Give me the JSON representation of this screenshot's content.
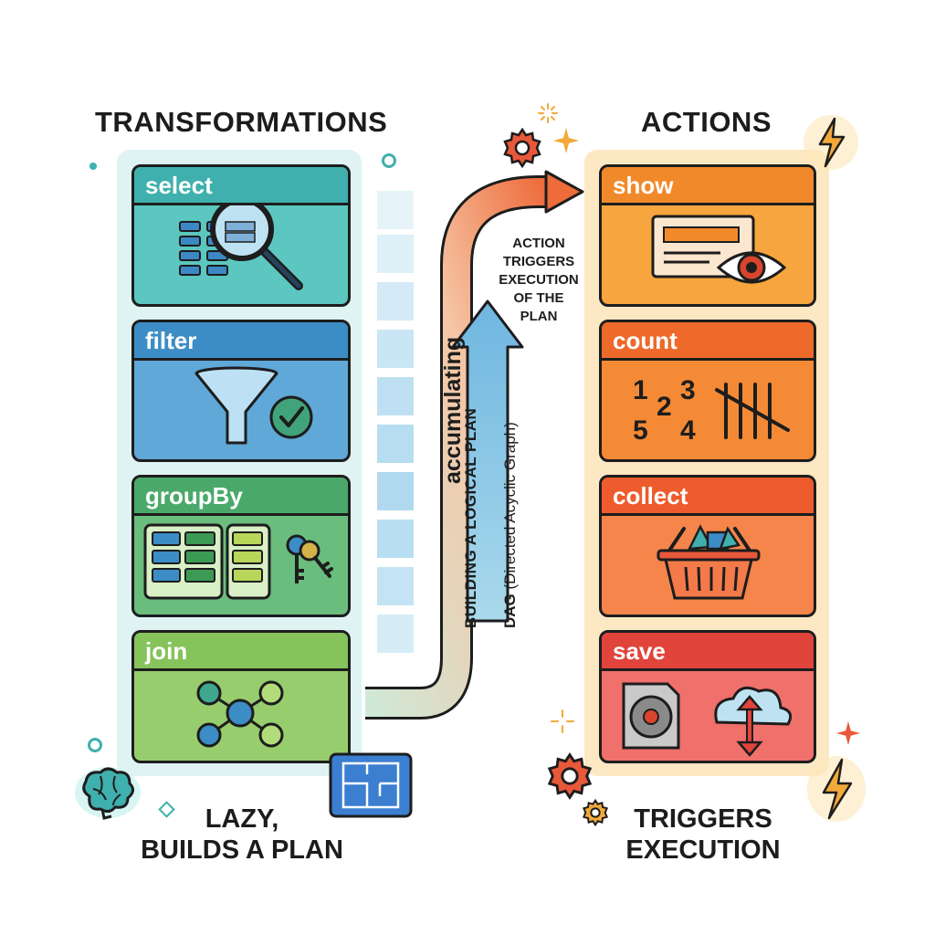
{
  "transformations": {
    "heading": "TRANSFORMATIONS",
    "cards": [
      {
        "label": "select",
        "icon": "magnifier-table-icon"
      },
      {
        "label": "filter",
        "icon": "funnel-check-icon"
      },
      {
        "label": "groupBy",
        "icon": "grouped-table-keys-icon"
      },
      {
        "label": "join",
        "icon": "network-nodes-icon"
      }
    ],
    "footer_line1": "LAZY,",
    "footer_line2": "BUILDS A PLAN"
  },
  "actions": {
    "heading": "ACTIONS",
    "cards": [
      {
        "label": "show",
        "icon": "screen-eye-icon"
      },
      {
        "label": "count",
        "icon": "numbers-tally-icon"
      },
      {
        "label": "collect",
        "icon": "basket-icon"
      },
      {
        "label": "save",
        "icon": "disk-cloud-icon"
      }
    ],
    "footer_line1": "TRIGGERS",
    "footer_line2": "EXECUTION"
  },
  "flow": {
    "accumulating": "accumulating",
    "building_plan": "BUILDING A LOGICAL PLAN",
    "dag_bold": "DAG",
    "dag_rest": " (Directed Acyclic Graph)",
    "action_note": [
      "ACTION",
      "TRIGGERS",
      "EXECUTION",
      "OF THE",
      "PLAN"
    ]
  },
  "colors": {
    "select": "#44b9b4",
    "filter": "#3f93c8",
    "groupBy": "#4fac6c",
    "join": "#8bc660",
    "show": "#f28a2c",
    "count": "#ee6b2b",
    "collect": "#ef5b2d",
    "save": "#e0443b"
  }
}
